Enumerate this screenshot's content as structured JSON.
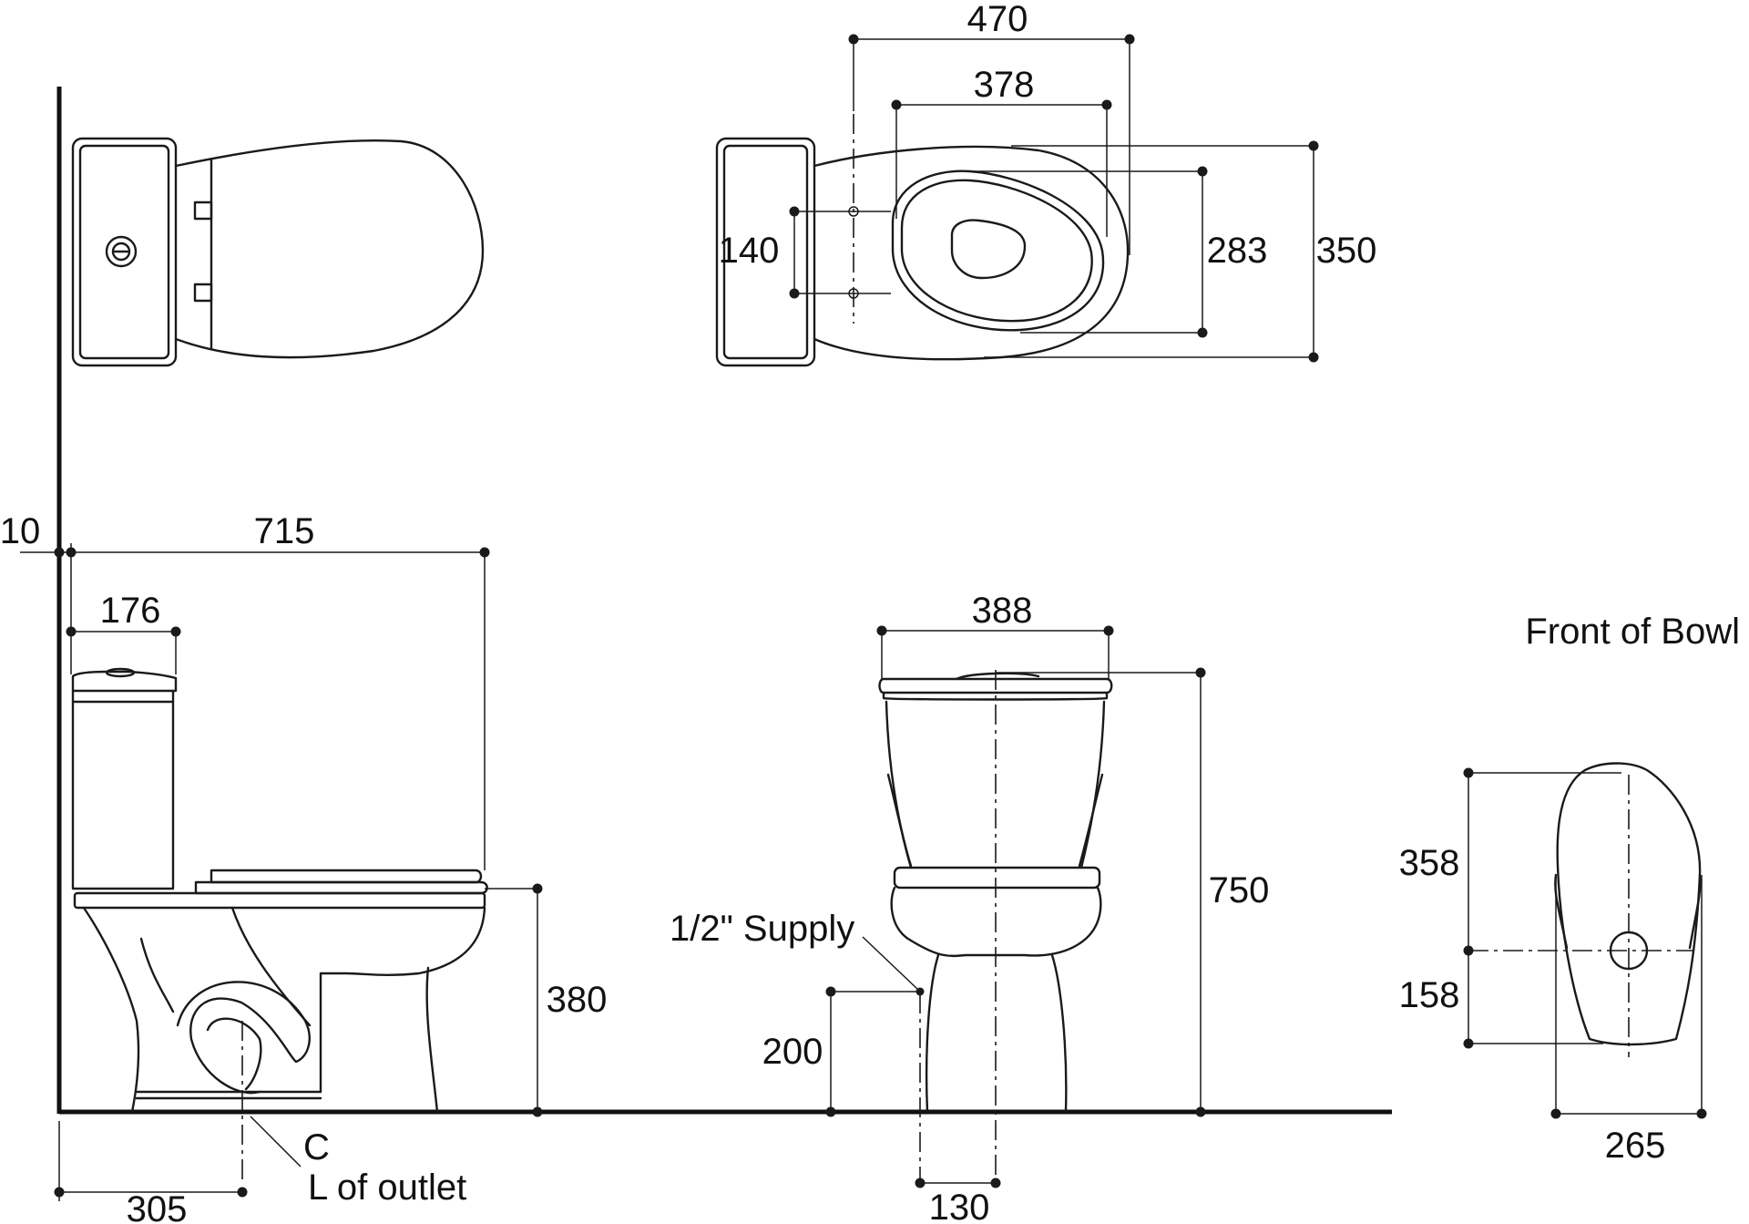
{
  "diagram": {
    "dimensions": {
      "top_470": "470",
      "top_378": "378",
      "top_140": "140",
      "top_283": "283",
      "top_350": "350",
      "side_10": "10",
      "side_715": "715",
      "side_176": "176",
      "side_380": "380",
      "side_305": "305",
      "front_388": "388",
      "front_750": "750",
      "front_200": "200",
      "front_130": "130",
      "bowl_358": "358",
      "bowl_158": "158",
      "bowl_265": "265"
    },
    "labels": {
      "front_of_bowl": "Front of Bowl",
      "supply": "1/2\" Supply",
      "centerline_c": "C",
      "centerline_outlet": "L of outlet"
    }
  }
}
